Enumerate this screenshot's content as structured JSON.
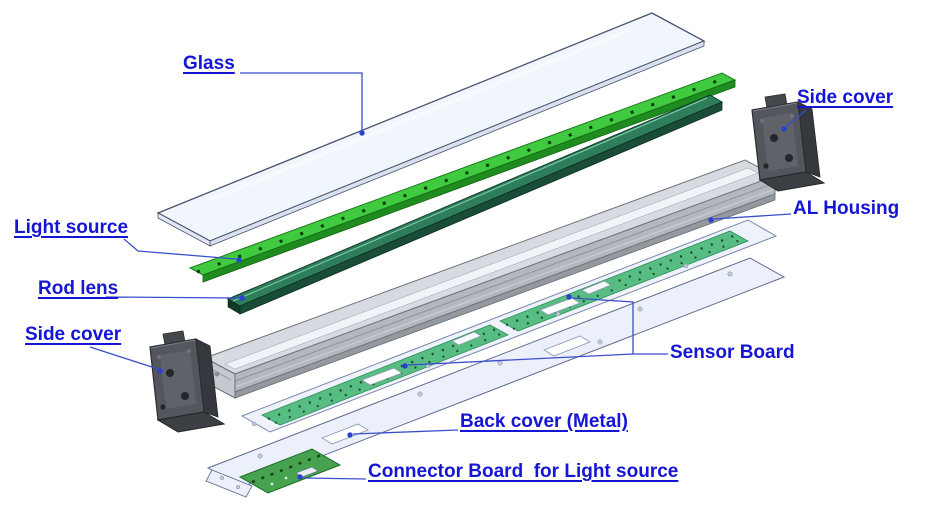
{
  "diagram": {
    "type": "exploded_assembly_diagram",
    "labels": {
      "glass": "Glass",
      "side_cover_right": "Side cover",
      "al_housing": "AL Housing",
      "light_source": "Light source",
      "rod_lens": "Rod lens",
      "side_cover_left": "Side cover",
      "sensor_board": "Sensor Board",
      "back_cover": "Back cover (Metal)",
      "connector_board": "Connector Board  for Light source"
    },
    "parts": [
      "glass-panel",
      "light-source-pcb",
      "rod-lens-bar",
      "al-housing",
      "side-cover-right",
      "side-cover-left",
      "sensor-board",
      "back-cover",
      "connector-board"
    ],
    "colors": {
      "label_text": "#1515D6",
      "leader_line": "#3A4ECC",
      "marker_dot": "#2B3FD0",
      "glass_fill": "#F1F5FC",
      "pcb_bright_green": "#3FCA3F",
      "rod_lens_green": "#2E7D5B",
      "housing_gray": "#D7DBE1",
      "sensor_strip_green": "#57BD82",
      "back_cover_light": "#ECF0FA",
      "connector_green": "#46A24E",
      "side_cover_dark": "#53565C"
    }
  }
}
